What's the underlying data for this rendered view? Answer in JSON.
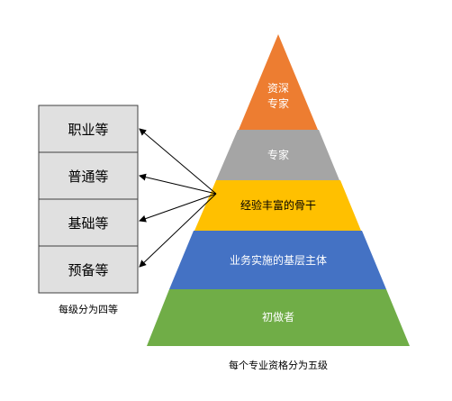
{
  "pyramid": {
    "levels": [
      {
        "lines": [
          "资深",
          "专家"
        ],
        "color": "#ED7D31",
        "text_color": "#ffffff"
      },
      {
        "lines": [
          "专家"
        ],
        "color": "#A5A5A5",
        "text_color": "#ffffff"
      },
      {
        "lines": [
          "经验丰富的骨干"
        ],
        "color": "#FFC000",
        "text_color": "#000000"
      },
      {
        "lines": [
          "业务实施的基层主体"
        ],
        "color": "#4472C4",
        "text_color": "#ffffff"
      },
      {
        "lines": [
          "初做者"
        ],
        "color": "#70AD47",
        "text_color": "#ffffff"
      }
    ],
    "caption": "每个专业资格分为五级"
  },
  "grades": {
    "items": [
      "职业等",
      "普通等",
      "基础等",
      "预备等"
    ],
    "caption": "每级分为四等",
    "box_fill": "#E0E0E0",
    "box_border": "#404040"
  }
}
